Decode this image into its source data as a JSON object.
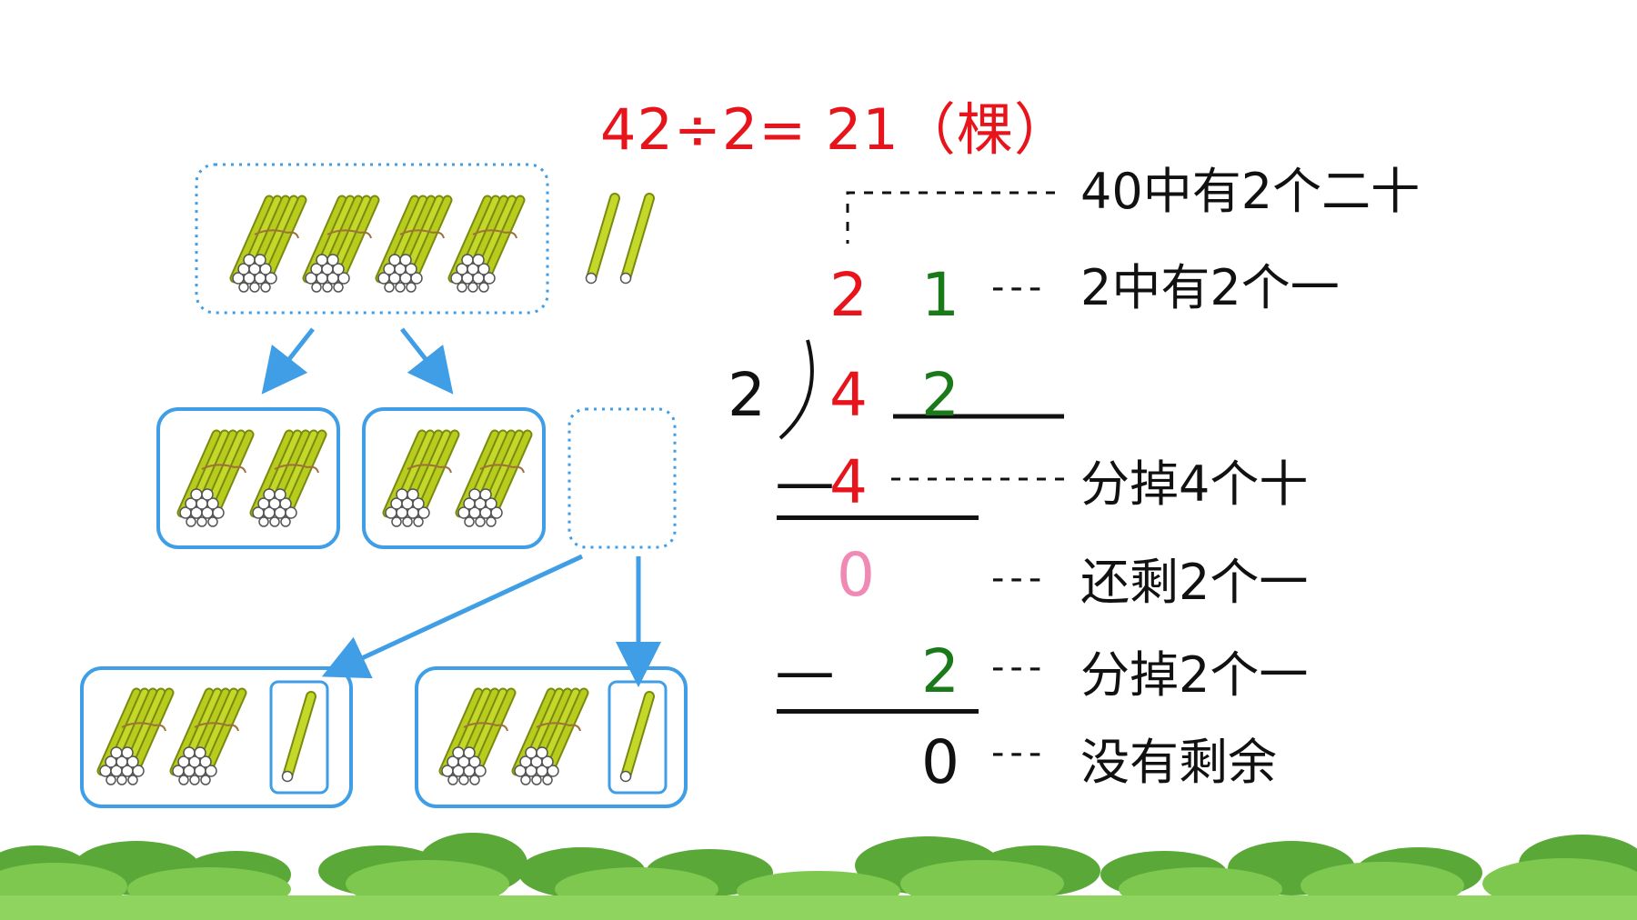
{
  "equation": {
    "text": "42÷2= 21（棵）"
  },
  "long_division": {
    "divisor": "2",
    "dividend": [
      "4",
      "2"
    ],
    "quotient": [
      "2",
      "1"
    ],
    "step1_subtract": "4",
    "step1_remainder": "0",
    "step2_subtract": "2",
    "final_remainder": "0",
    "minus_sign_1": "—",
    "minus_sign_2": "—"
  },
  "notes": {
    "forty": "40中有2个二十",
    "two": "2中有2个一",
    "sub4": "分掉4个十",
    "remain2": "还剩2个一",
    "sub2": "分掉2个一",
    "none": "没有剩余"
  },
  "colors": {
    "red": "#e8141c",
    "green": "#1a7a1a",
    "pink": "#f08ab4",
    "box_blue": "#3f9ee6",
    "stick": "#b8cc1e",
    "grass": "#7ec850"
  },
  "illustration": {
    "top_group": {
      "bundles": 4,
      "single_sticks": 2
    },
    "middle_groups": [
      {
        "bundles": 2
      },
      {
        "bundles": 2
      },
      {
        "bundles": 0,
        "empty_dotted": true
      }
    ],
    "bottom_groups": [
      {
        "bundles": 2,
        "single_sticks": 1
      },
      {
        "bundles": 2,
        "single_sticks": 1
      }
    ]
  }
}
